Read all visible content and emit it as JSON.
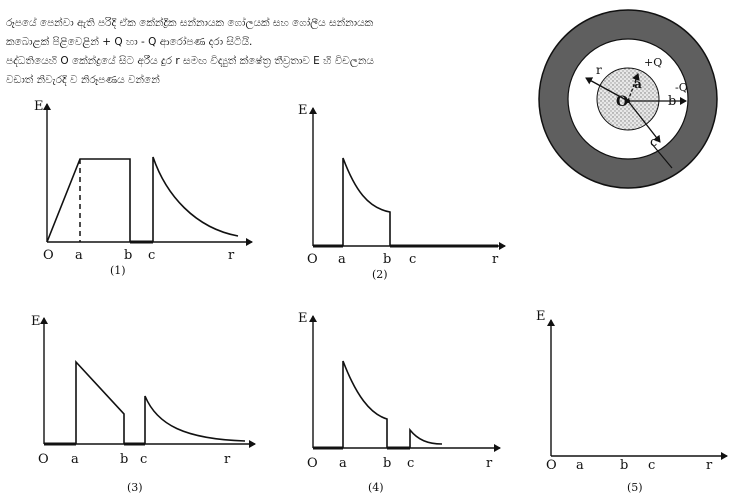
{
  "question": {
    "lines": [
      "රූපයේ පෙන්වා ඇති පරිදි ඒක කේන්ද්‍රික සන්නායක ගෝලයක් සහ ගෝලීය සන්නායක",
      "කබොළක් පිළිවෙළින් + Q හා - Q ආරෝපණ දරා සිටියි.",
      "පද්ධතියෙහි O කේන්ද්‍රයේ සිට අරීය දුර r සමඟ විද්‍යුත් ක්ෂේත්‍ර තීව්‍රතාව E හි විචලනය",
      "වඩාත් නිවැරදි ව නිරූපණය වන්නේ"
    ]
  },
  "diagram": {
    "center_label": "O",
    "label_a": "a",
    "label_b": "b",
    "label_c": "c",
    "label_r": "r",
    "charge_inner": "+Q",
    "charge_outer": "-Q"
  },
  "graphs": [
    {
      "number": "(1)",
      "y_label": "E",
      "origin": "O",
      "x_ticks": [
        "a",
        "b",
        "c"
      ],
      "x_end": "r"
    },
    {
      "number": "(2)",
      "y_label": "E",
      "origin": "O",
      "x_ticks": [
        "a",
        "b",
        "c"
      ],
      "x_end": "r"
    },
    {
      "number": "(3)",
      "y_label": "E",
      "origin": "O",
      "x_ticks": [
        "a",
        "b",
        "c"
      ],
      "x_end": "r"
    },
    {
      "number": "(4)",
      "y_label": "E",
      "origin": "O",
      "x_ticks": [
        "a",
        "b",
        "c"
      ],
      "x_end": "r"
    },
    {
      "number": "(5)",
      "y_label": "E",
      "origin": "O",
      "x_ticks": [
        "a",
        "b",
        "c"
      ],
      "x_end": "r"
    }
  ]
}
